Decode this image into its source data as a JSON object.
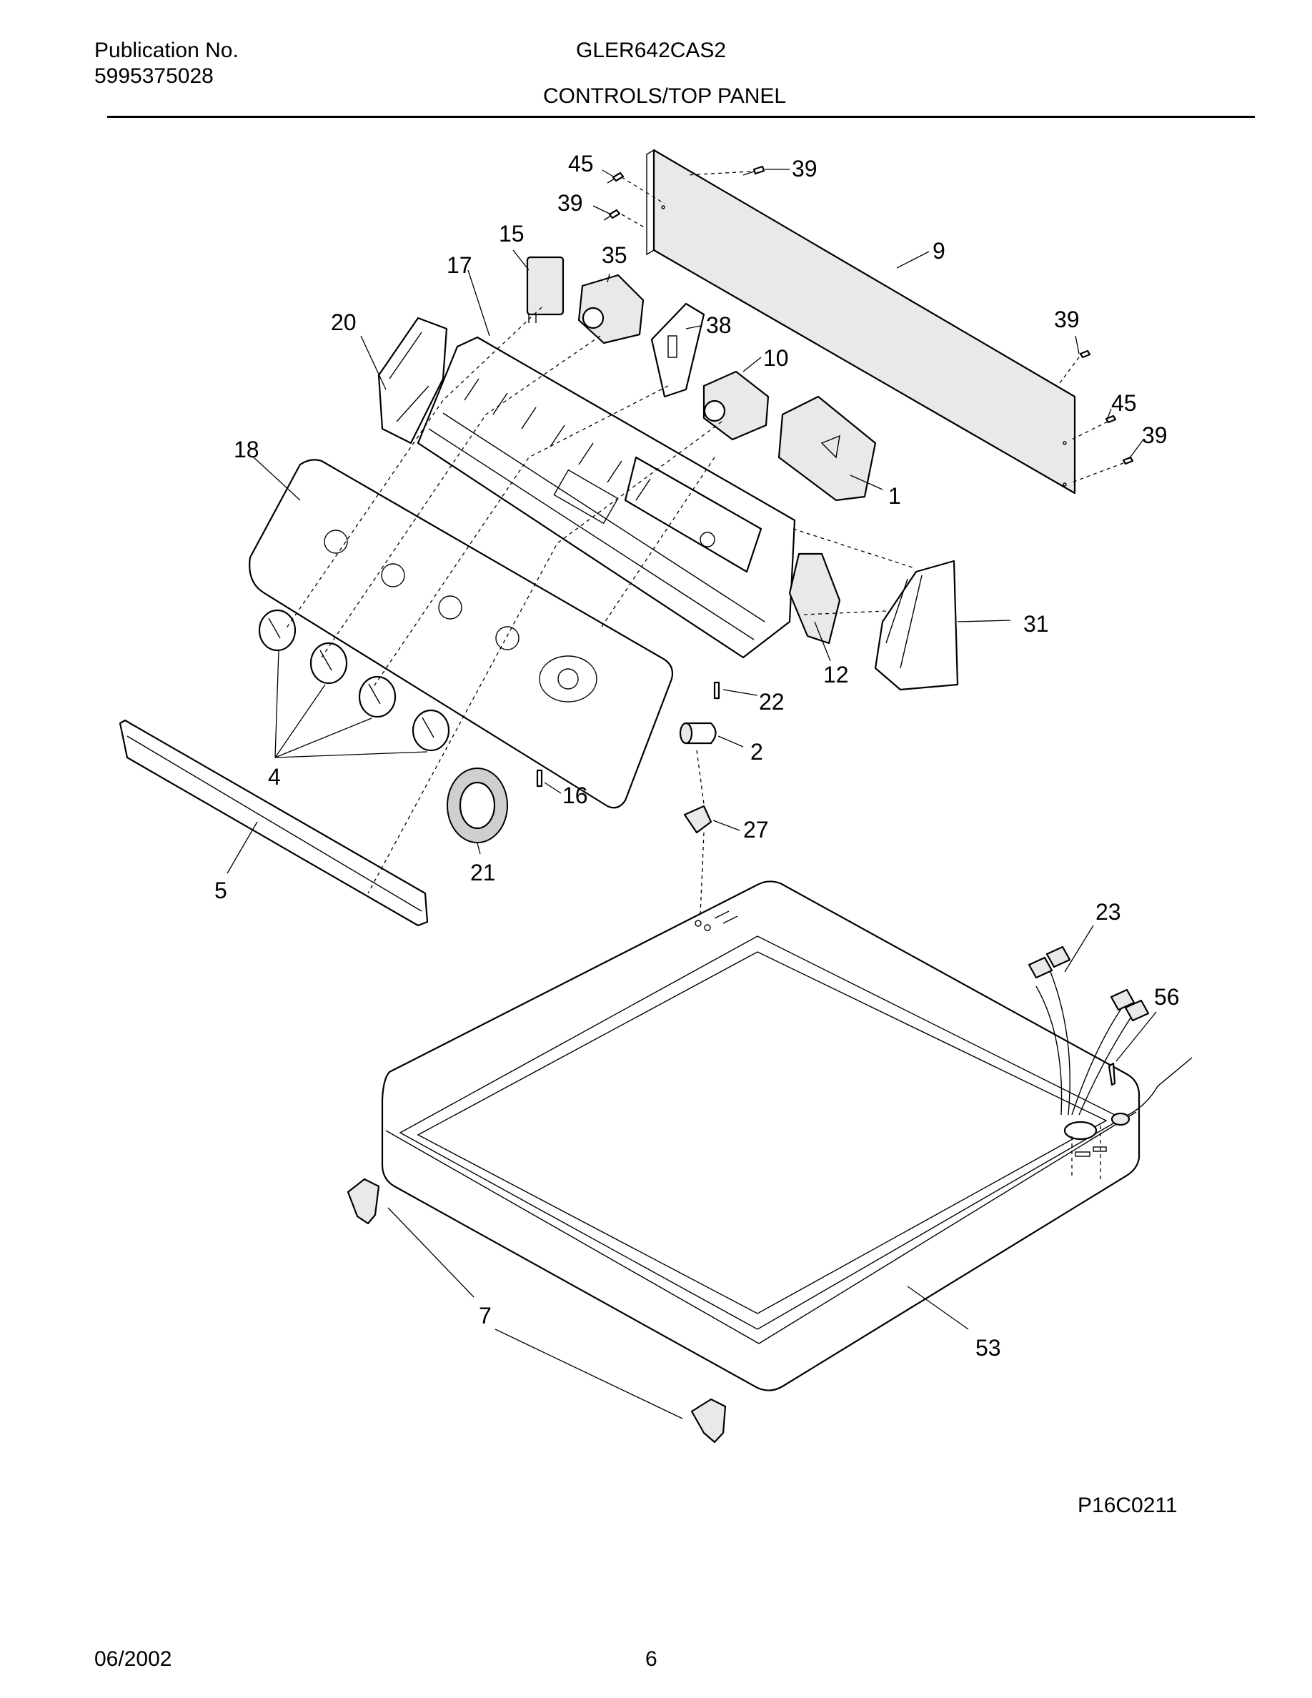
{
  "header": {
    "publication_label": "Publication No.",
    "publication_number": "5995375028",
    "model": "GLER642CAS2",
    "section_title": "CONTROLS/TOP PANEL"
  },
  "footer": {
    "date": "06/2002",
    "page_number": "6",
    "figure_code": "P16C0211"
  },
  "callouts": {
    "c45a": "45",
    "c39a": "39",
    "c39b": "39",
    "c9": "9",
    "c15": "15",
    "c35": "35",
    "c17": "17",
    "c20": "20",
    "c38": "38",
    "c10": "10",
    "c39c": "39",
    "c45b": "45",
    "c39d": "39",
    "c18": "18",
    "c1": "1",
    "c31": "31",
    "c12": "12",
    "c22": "22",
    "c2": "2",
    "c4": "4",
    "c16": "16",
    "c27": "27",
    "c21": "21",
    "c5": "5",
    "c23": "23",
    "c56": "56",
    "c7": "7",
    "c53": "53"
  }
}
